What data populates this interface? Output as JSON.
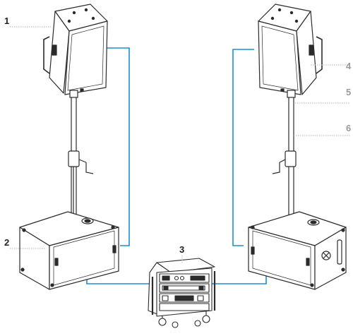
{
  "callouts": [
    {
      "id": "1",
      "label": "1",
      "faded": false
    },
    {
      "id": "2",
      "label": "2",
      "faded": false
    },
    {
      "id": "3",
      "label": "3",
      "faded": false
    },
    {
      "id": "4",
      "label": "4",
      "faded": true
    },
    {
      "id": "5",
      "label": "5",
      "faded": true
    },
    {
      "id": "6",
      "label": "6",
      "faded": true
    }
  ],
  "colors": {
    "cable": "#1a8fd0",
    "outline": "#2b2b2b",
    "leader": "#b5b5b5",
    "faded_label": "#9a9a9a"
  }
}
